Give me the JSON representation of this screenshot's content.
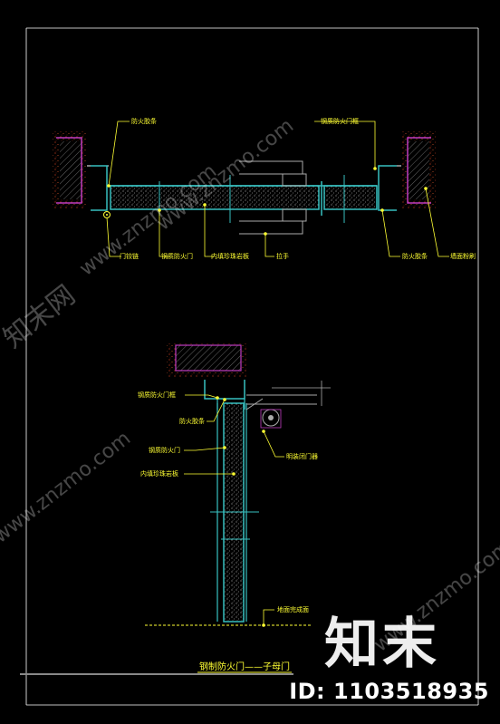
{
  "drawing": {
    "title": "钢制防火门——子母门",
    "plan_labels": {
      "seal_left": "防火胶条",
      "frame_right": "钢质防火门框",
      "hinge": "门铰链",
      "door_leaf": "钢质防火门",
      "infill": "内填珍珠岩板",
      "handle": "拉手",
      "seal_right": "防火胶条",
      "wall_finish": "墙面粉刷"
    },
    "section_labels": {
      "frame": "钢质防火门框",
      "seal": "防火胶条",
      "door_leaf": "钢质防火门",
      "infill": "内填珍珠岩板",
      "closer": "明装闭门器",
      "floor": "地面完成面"
    }
  },
  "watermark": {
    "brand_logo": "知末",
    "id_label": "ID: 1103518935",
    "repeat_text": "www.znzmo.com",
    "cn_text": "知末网"
  },
  "colors": {
    "background": "#000000",
    "cyan": "#37c0c0",
    "yellow": "#ffff33",
    "magenta": "#c03cc0",
    "red_dots": "#d2401e",
    "white": "#ffffff"
  }
}
